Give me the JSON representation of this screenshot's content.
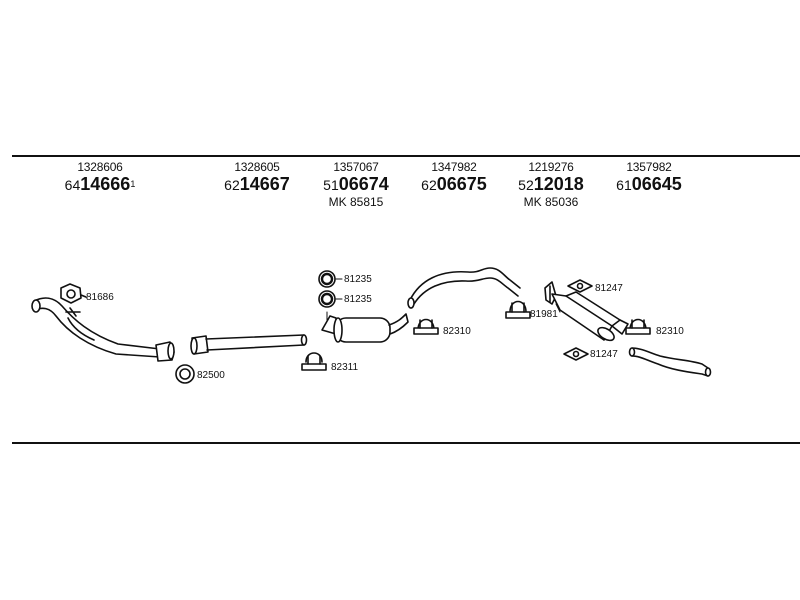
{
  "columns": [
    {
      "ref": "1328606",
      "prefix": "64",
      "main": "14666",
      "sup": "1",
      "mk": ""
    },
    {
      "ref": "1328605",
      "prefix": "62",
      "main": "14667",
      "sup": "",
      "mk": ""
    },
    {
      "ref": "1357067",
      "prefix": "51",
      "main": "06674",
      "sup": "",
      "mk": "MK 85815"
    },
    {
      "ref": "1347982",
      "prefix": "62",
      "main": "06675",
      "sup": "",
      "mk": ""
    },
    {
      "ref": "1219276",
      "prefix": "52",
      "main": "12018",
      "sup": "",
      "mk": "MK 85036"
    },
    {
      "ref": "1357982",
      "prefix": "61",
      "main": "06645",
      "sup": "",
      "mk": ""
    }
  ],
  "labels": {
    "gasket_front": "81686",
    "ring_front": "82500",
    "ring_upper_1": "81235",
    "ring_upper_2": "81235",
    "clamp_mid": "82311",
    "clamp_a": "82310",
    "hanger": "81981",
    "mount_top": "81247",
    "mount_bottom": "81247",
    "clamp_rear": "82310"
  },
  "colors": {
    "line": "#111111",
    "fill": "#ffffff",
    "shade": "#bbbbbb"
  }
}
